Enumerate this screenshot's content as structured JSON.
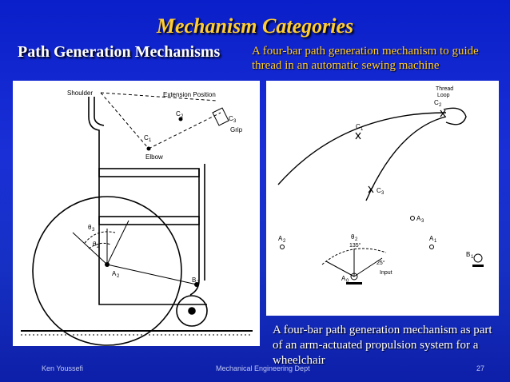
{
  "slide": {
    "title": "Mechanism Categories",
    "subtitle": "Path Generation Mechanisms",
    "top_caption": "A four-bar path generation mechanism to guide thread in an automatic sewing machine",
    "bottom_caption": "A four-bar path generation mechanism as part of an arm-actuated propulsion system for a wheelchair",
    "footer": {
      "author": "Ken Youssefi",
      "course": "Mechanical Engineering Dept",
      "page": "27"
    }
  },
  "wheelchair_figure": {
    "labels": {
      "shoulder": "Shoulder",
      "extension": "Extension Position",
      "c2": "C",
      "c2_sub": "2",
      "c3": "C",
      "c3_sub": "3",
      "grip": "Grip",
      "c1": "C",
      "c1_sub": "1",
      "elbow": "Elbow",
      "theta3": "θ",
      "theta3_sub": "3",
      "theta2": "θ",
      "theta2_sub": "2",
      "a2": "A",
      "a2_sub": "2",
      "b2": "B",
      "b2_sub": "2"
    }
  },
  "sewing_figure": {
    "labels": {
      "thread_loop": "Thread",
      "thread_loop2": "Loop",
      "c2": "C",
      "c2_sub": "2",
      "c1": "C",
      "c1_sub": "1",
      "c3": "C",
      "c3_sub": "3",
      "a3": "A",
      "a3_sub": "3",
      "a2": "A",
      "a2_sub": "2",
      "a1": "A",
      "a1_sub": "1",
      "b1": "B",
      "b1_sub": "1",
      "theta2": "θ",
      "theta2_sub": "2",
      "angle135": "135°",
      "angle25": "25°",
      "input": "Input",
      "a0": "A",
      "a0_sub": "0"
    }
  }
}
